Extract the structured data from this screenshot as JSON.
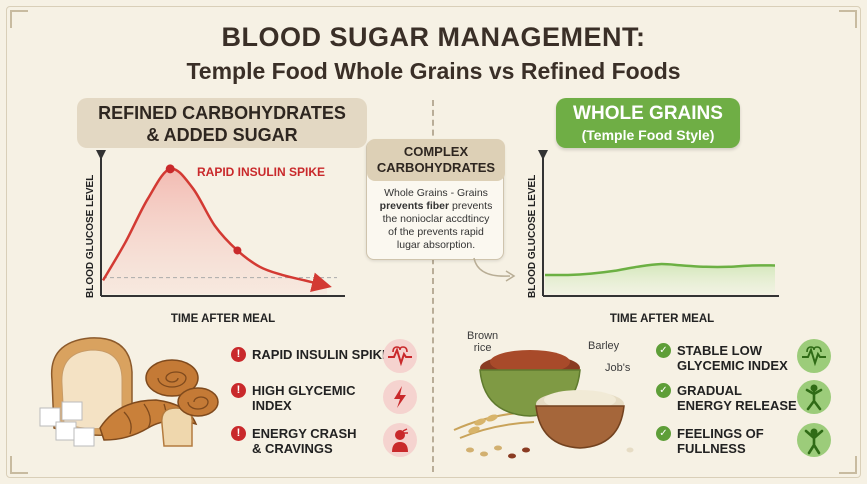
{
  "header": {
    "title": "BLOOD SUGAR MANAGEMENT:",
    "subtitle": "Temple Food Whole Grains vs Refined Foods"
  },
  "left": {
    "badge": [
      "REFINED CARBOHYDRATES",
      "& ADDED SUGAR"
    ],
    "chart_annotation": "RAPID INSULIN SPIKE",
    "items": [
      {
        "lines": [
          "RAPID INSULIN SPIKE"
        ],
        "icon": "heartbeat-icon"
      },
      {
        "lines": [
          "HIGH GLYCEMIC",
          "INDEX"
        ],
        "icon": "lightning-icon"
      },
      {
        "lines": [
          "ENERGY CRASH",
          "& CRAVINGS"
        ],
        "icon": "tired-person-icon"
      }
    ],
    "illustration": "bread-pastries-sugar-cubes",
    "alert_color": "#c9292b"
  },
  "callout": {
    "title": [
      "COMPLEX",
      "CARBOHYDRATES"
    ],
    "body_start": "Whole Grains - Grains",
    "body_bold": "prevents fiber",
    "body_rest": [
      "prevents",
      "the nonioclar accdtincy",
      "of the prevents rapid",
      "lugar absorption."
    ]
  },
  "right": {
    "badge_main": "WHOLE GRAINS",
    "badge_sub": "(Temple Food Style)",
    "grain_labels": {
      "brown_rice": [
        "Brown",
        "rice"
      ],
      "barley": "Barley",
      "jobs": "Job's"
    },
    "items": [
      {
        "lines": [
          "STABLE LOW",
          "GLYCEMIC INDEX"
        ],
        "icon": "heartbeat-icon"
      },
      {
        "lines": [
          "GRADUAL",
          "ENERGY RELEASE"
        ],
        "icon": "active-person-icon"
      },
      {
        "lines": [
          "FEELINGS OF",
          "FULLNESS"
        ],
        "icon": "happy-person-icon"
      }
    ],
    "accent_color": "#5e9e38"
  },
  "chart_data": [
    {
      "type": "line",
      "title": "",
      "xlabel": "TIME AFTER MEAL",
      "ylabel": "BLOOD GLUCOSE LEVEL",
      "x": [
        0,
        1,
        2,
        3,
        4,
        5,
        6,
        7,
        8,
        9,
        10
      ],
      "series": [
        {
          "values": [
            10,
            38,
            70,
            92,
            78,
            50,
            32,
            20,
            14,
            10,
            6
          ]
        }
      ],
      "baseline": 12,
      "ylim": [
        0,
        100
      ],
      "xlim": [
        0,
        10
      ],
      "color": "#d33a33",
      "annotation": "RAPID INSULIN SPIKE"
    },
    {
      "type": "line",
      "title": "",
      "xlabel": "TIME AFTER MEAL",
      "ylabel": "BLOOD GLUCOSE LEVEL",
      "x": [
        0,
        1,
        2,
        3,
        4,
        5,
        6,
        7,
        8,
        9,
        10
      ],
      "series": [
        {
          "values": [
            14,
            14,
            15,
            17,
            20,
            22,
            21,
            20,
            20,
            21,
            21
          ]
        }
      ],
      "ylim": [
        0,
        100
      ],
      "xlim": [
        0,
        10
      ],
      "color": "#6cb043"
    }
  ]
}
